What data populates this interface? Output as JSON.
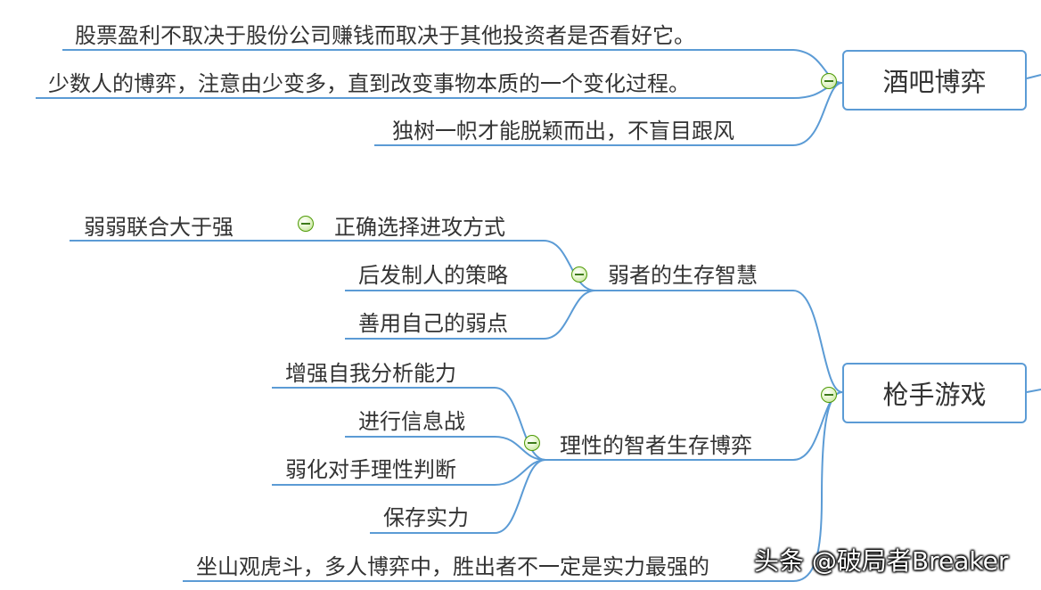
{
  "topics": {
    "bar_game": {
      "label": "酒吧博弈",
      "branches": [
        "股票盈利不取决于股份公司赚钱而取决于其他投资者是否看好它。",
        "少数人的博弈，注意由少变多，直到改变事物本质的一个变化过程。",
        "独树一帜才能脱颖而出，不盲目跟风"
      ]
    },
    "gunman_game": {
      "label": "枪手游戏",
      "weak_wisdom": {
        "label": "弱者的生存智慧",
        "choose_attack": {
          "label": "正确选择进攻方式",
          "child": "弱弱联合大于强"
        },
        "late_strike": "后发制人的策略",
        "use_weakness": "善用自己的弱点"
      },
      "rational_wise": {
        "label": "理性的智者生存博弈",
        "items": [
          "增强自我分析能力",
          "进行信息战",
          "弱化对手理性判断",
          "保存实力"
        ]
      },
      "bottom_note": "坐山观虎斗，多人博弈中，胜出者不一定是实力最强的"
    }
  },
  "watermark": "头条 @破局者Breaker",
  "colors": {
    "line": "#5b9bd5",
    "text": "#333333",
    "collapse_fill": "#b8dd87",
    "collapse_border": "#4e9a06"
  }
}
